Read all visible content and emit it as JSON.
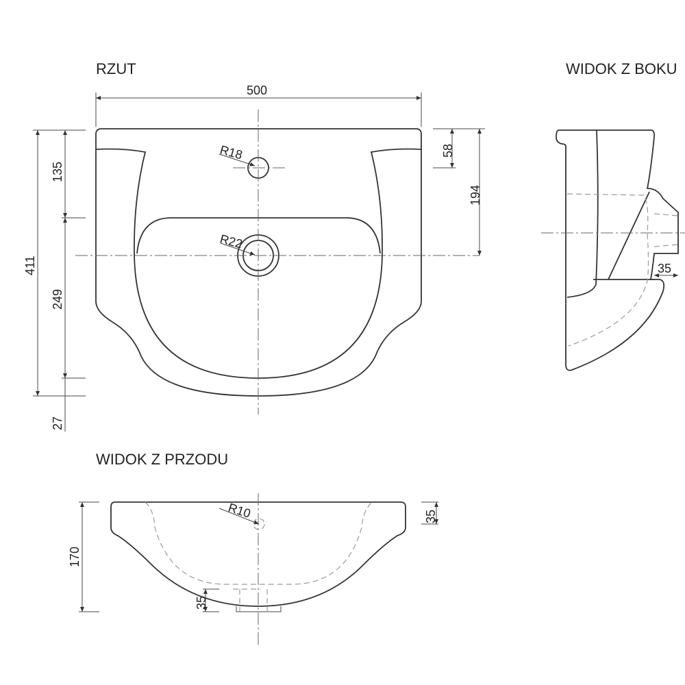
{
  "views": {
    "top": {
      "title": "RZUT",
      "dims": {
        "width": "500",
        "total_depth": "411",
        "d135": "135",
        "d249": "249",
        "d27": "27",
        "d58": "58",
        "d194": "194",
        "r_tap": "R18",
        "r_drain": "R22"
      }
    },
    "side": {
      "title": "WIDOK Z BOKU",
      "dims": {
        "d35": "35"
      }
    },
    "front": {
      "title": "WIDOK Z PRZODU",
      "dims": {
        "height": "170",
        "top35": "35",
        "bottom35": "35",
        "r_tap": "R10"
      }
    }
  }
}
